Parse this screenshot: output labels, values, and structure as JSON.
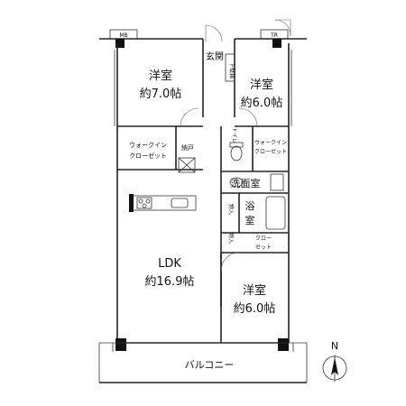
{
  "rooms": {
    "room_nw_name": "洋室",
    "room_nw_size": "約7.0帖",
    "room_ne_name": "洋室",
    "room_ne_size": "約6.0帖",
    "room_se_name": "洋室",
    "room_se_size": "約6.0帖",
    "ldk_name": "LDK",
    "ldk_size": "約16.9帖",
    "entrance": "玄関",
    "shoe_box": "下駄箱",
    "wic_left_1": "ウォークイン",
    "wic_left_2": "クローゼット",
    "storage": "納戸",
    "toilet": "トイレ",
    "wic_right_1": "ウォークイン",
    "wic_right_2": "クローゼット",
    "washroom": "洗面室",
    "bath_1": "浴",
    "bath_2": "室",
    "closet_1": "クロー",
    "closet_2": "ゼット",
    "storage_a": "物入",
    "storage_b": "物入",
    "balcony": "バルコニー"
  },
  "labels": {
    "mb": "MB",
    "tr": "TR",
    "north": "N"
  }
}
